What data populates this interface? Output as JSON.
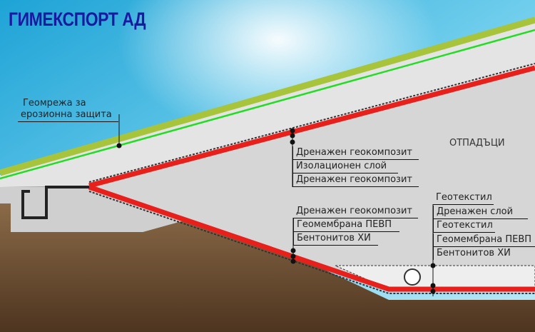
{
  "title": "ГИМЕКСПОРТ АД",
  "waste_label": "ОТПАДЪЦИ",
  "erosion": [
    "Геомрежа за",
    "ерозионна защита"
  ],
  "cap_layers": [
    "Дренажен геокомпозит",
    "Изолационен слой",
    "Дренажен геокомпозит"
  ],
  "slope_layers": [
    "Дренажен геокомпозит",
    "Геомембрана ПЕВП",
    "Бентонитов ХИ"
  ],
  "base_layers": [
    "Геотекстил",
    "Дренажен слой",
    "Геотекстил",
    "Геомембрана ПЕВП",
    "Бентонитов ХИ"
  ],
  "colors": {
    "title": "#1a1aa0",
    "liner": "#e8201c",
    "geogrid": "#22dd22",
    "soil": "#6b4a2c",
    "waste": "#d9d9d9"
  }
}
